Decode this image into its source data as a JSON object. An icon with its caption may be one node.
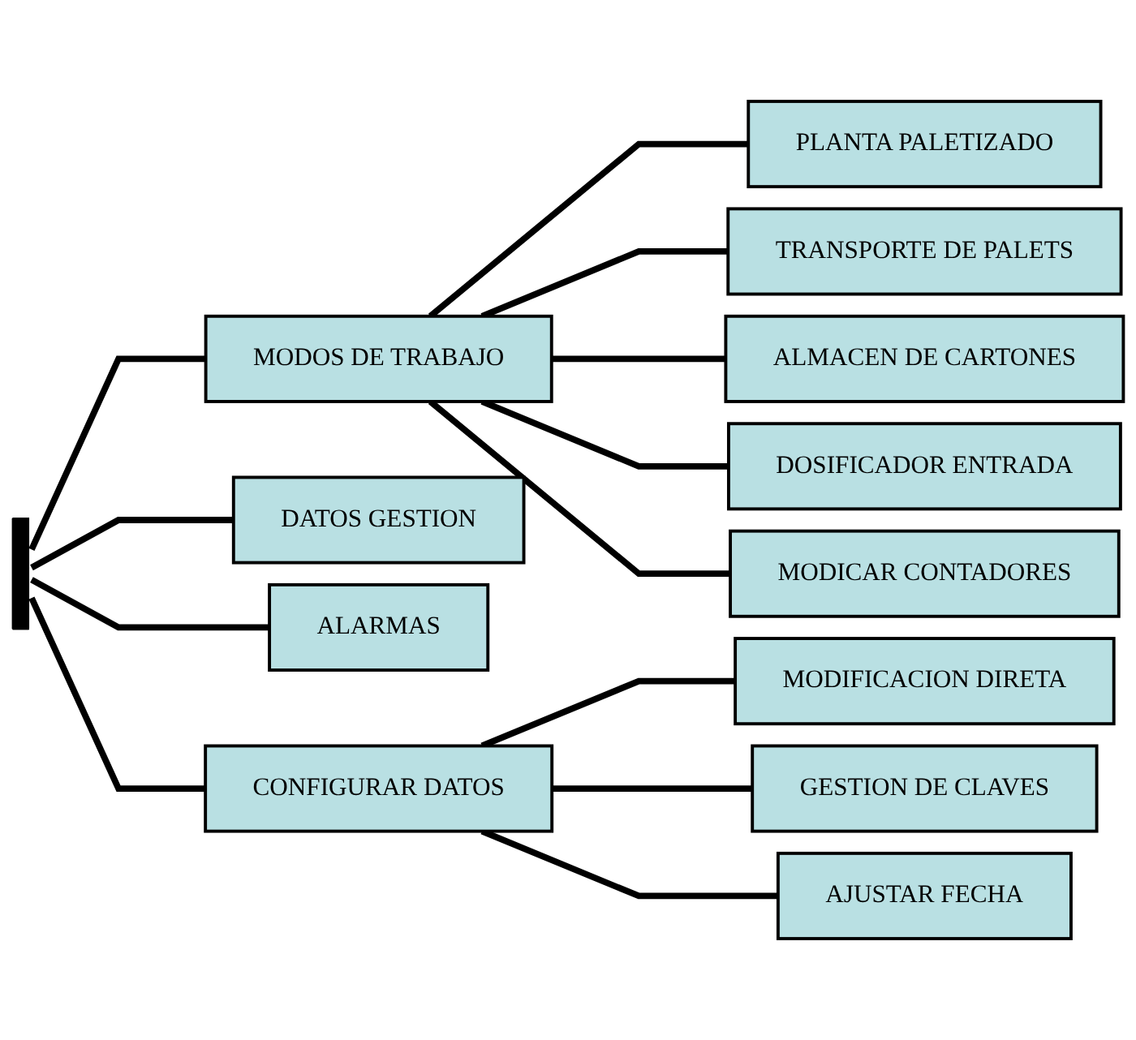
{
  "diagram": {
    "nodes": [
      {
        "text": [],
        "shape": "bar"
      },
      {
        "text": [
          "MODOS DE TRABAJO"
        ]
      },
      {
        "text": [
          "PLANTA PALETIZADO"
        ]
      },
      {
        "text": [
          "TRANSPORTE DE PALETS"
        ]
      },
      {
        "text": [
          "ALMACEN DE CARTONES"
        ]
      },
      {
        "text": [
          "DOSIFICADOR ENTRADA"
        ]
      },
      {
        "text": [
          "MODICAR CONTADORES"
        ]
      },
      {
        "text": [
          "DATOS GESTION"
        ]
      },
      {
        "text": [
          "ALARMAS"
        ]
      },
      {
        "text": [
          "CONFIGURAR DATOS"
        ]
      },
      {
        "text": [
          "MODIFICACION DIRETA"
        ]
      },
      {
        "text": [
          "GESTION DE CLAVES"
        ]
      },
      {
        "text": [
          "AJUSTAR FECHA"
        ]
      }
    ],
    "edges": [
      {
        "from": 0,
        "to": 1,
        "arrow": "none"
      },
      {
        "from": 1,
        "to": 2,
        "arrow": "none"
      },
      {
        "from": 1,
        "to": 3,
        "arrow": "none"
      },
      {
        "from": 1,
        "to": 4,
        "arrow": "none"
      },
      {
        "from": 1,
        "to": 5,
        "arrow": "none"
      },
      {
        "from": 1,
        "to": 6,
        "arrow": "none"
      },
      {
        "from": 0,
        "to": 7,
        "arrow": "none"
      },
      {
        "from": 0,
        "to": 8,
        "arrow": "none"
      },
      {
        "from": 0,
        "to": 9,
        "arrow": "none"
      },
      {
        "from": 9,
        "to": 10,
        "arrow": "none"
      },
      {
        "from": 9,
        "to": 11,
        "arrow": "none"
      },
      {
        "from": 9,
        "to": 12,
        "arrow": "none"
      }
    ]
  }
}
